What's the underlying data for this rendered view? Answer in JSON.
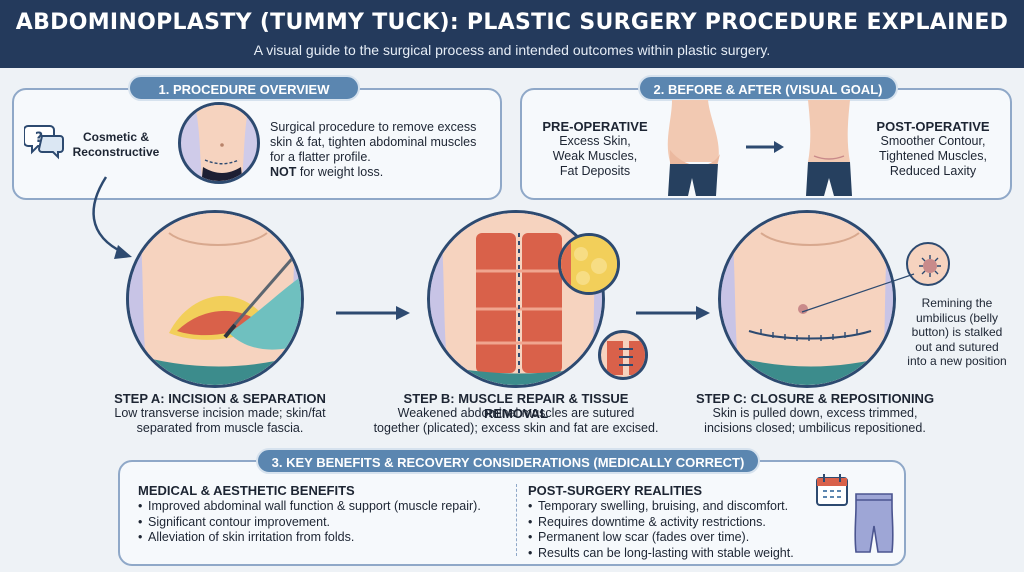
{
  "header": {
    "title": "ABDOMINOPLASTY (TUMMY TUCK): PLASTIC SURGERY PROCEDURE EXPLAINED",
    "subtitle": "A visual guide to the surgical process and intended outcomes within plastic surgery."
  },
  "overview": {
    "pill": "1. PROCEDURE OVERVIEW",
    "category": "Cosmetic & Reconstructive",
    "description": "Surgical procedure to remove excess skin & fat, tighten abdominal muscles for a flatter profile.",
    "note_bold": "NOT",
    "note_rest": " for weight loss."
  },
  "before_after": {
    "pill": "2. BEFORE & AFTER (VISUAL GOAL)",
    "pre_title": "PRE-OPERATIVE",
    "pre_lines": [
      "Excess Skin,",
      "Weak Muscles,",
      "Fat Deposits"
    ],
    "post_title": "POST-OPERATIVE",
    "post_lines": [
      "Smoother Contour,",
      "Tightened Muscles,",
      "Reduced Laxity"
    ]
  },
  "steps": [
    {
      "title": "STEP A: INCISION & SEPARATION",
      "lines": [
        "Low transverse incision made; skin/fat",
        "separated from muscle fascia."
      ]
    },
    {
      "title": "STEP B: MUSCLE REPAIR & TISSUE REMOVAL",
      "lines": [
        "Weakened abdominal muscles are sutured",
        "together (plicated); excess skin and fat are excised."
      ]
    },
    {
      "title": "STEP C: CLOSURE & REPOSITIONING",
      "lines": [
        "Skin is pulled down, excess trimmed,",
        "incisions closed; umbilicus repositioned."
      ]
    }
  ],
  "umbilicus_note": [
    "Remining the",
    "umbilicus (belly",
    "button) is stalked",
    "out and sutured",
    "into a new position"
  ],
  "benefits": {
    "pill": "3. KEY BENEFITS & RECOVERY CONSIDERATIONS (MEDICALLY CORRECT)",
    "medical_title": "MEDICAL & AESTHETIC BENEFITS",
    "medical_items": [
      "Improved abdominal wall function & support (muscle repair).",
      "Significant contour improvement.",
      "Alleviation of skin irritation from folds."
    ],
    "post_title": "POST-SURGERY REALITIES",
    "post_items": [
      "Temporary swelling, bruising, and discomfort.",
      "Requires downtime & activity restrictions.",
      "Permanent low scar (fades over time).",
      "Results can be long-lasting with stable weight."
    ]
  },
  "colors": {
    "header": "#243a5c",
    "accent": "#5b86b0",
    "panel_border": "#8fa8c8",
    "skin": "#f6d3bf",
    "muscle": "#d9614a",
    "fat": "#f2cf5a",
    "glove": "#6fc0bf"
  },
  "icons": [
    "question-chat-icon",
    "calendar-icon",
    "compression-garment-icon",
    "arrow-right-icon",
    "curved-arrow-icon"
  ]
}
